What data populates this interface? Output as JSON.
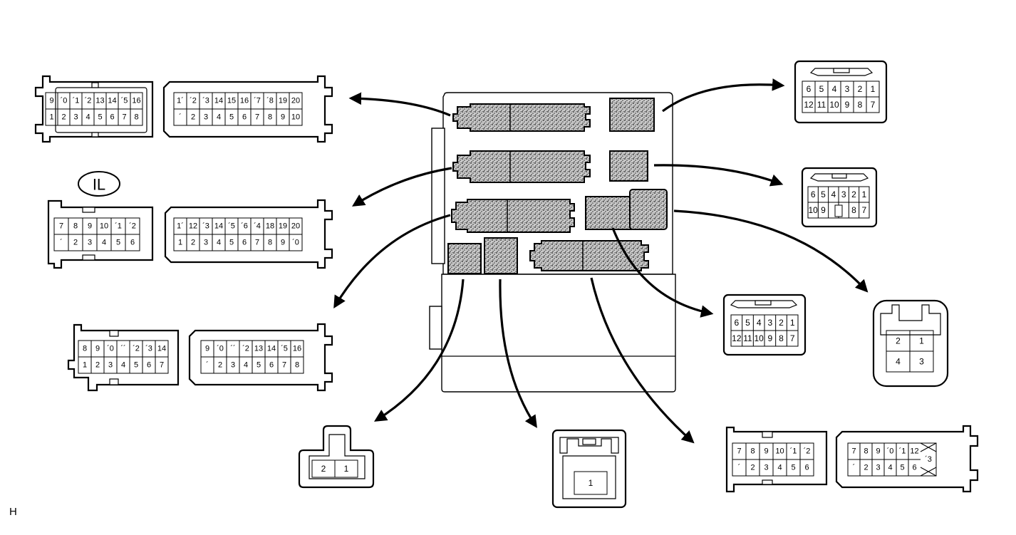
{
  "figure_label": "H",
  "callout_label": "IL",
  "connectors": {
    "top_left_a": {
      "row1": [
        "9",
        "´0",
        "´1",
        "´2",
        "13",
        "14",
        "´5",
        "16"
      ],
      "row2": [
        "1",
        "2",
        "3",
        "4",
        "5",
        "6",
        "7",
        "8"
      ]
    },
    "top_left_b": {
      "row1": [
        "1´",
        "´2",
        "´3",
        "14",
        "15",
        "16",
        "´7",
        "´8",
        "19",
        "20"
      ],
      "row2": [
        "´",
        "2",
        "3",
        "4",
        "5",
        "6",
        "7",
        "8",
        "9",
        "10"
      ]
    },
    "mid_left_a": {
      "row1": [
        "7",
        "8",
        "9",
        "10",
        "´1",
        "´2"
      ],
      "row2": [
        "´",
        "2",
        "3",
        "4",
        "5",
        "6"
      ]
    },
    "mid_left_b": {
      "row1": [
        "1´",
        "12",
        "´3",
        "14",
        "´5",
        "´6",
        "´4",
        "18",
        "19",
        "20"
      ],
      "row2": [
        "1",
        "2",
        "3",
        "4",
        "5",
        "6",
        "7",
        "8",
        "9",
        "´0"
      ]
    },
    "low_left_a": {
      "row1": [
        "8",
        "9",
        "´0",
        "´´",
        "´2",
        "´3",
        "14"
      ],
      "row2": [
        "1",
        "2",
        "3",
        "4",
        "5",
        "6",
        "7"
      ]
    },
    "low_left_b": {
      "row1": [
        "9",
        "´0",
        "´´",
        "´2",
        "13",
        "14",
        "´5",
        "16"
      ],
      "row2": [
        "´",
        "2",
        "3",
        "4",
        "5",
        "6",
        "7",
        "8"
      ]
    },
    "top_right": {
      "row1": [
        "6",
        "5",
        "4",
        "3",
        "2",
        "1"
      ],
      "row2": [
        "12",
        "11",
        "10",
        "9",
        "8",
        "7"
      ]
    },
    "mid_right": {
      "row1": [
        "6",
        "5",
        "4",
        "3",
        "2",
        "1"
      ],
      "row2": [
        "10",
        "9",
        "",
        "",
        "8",
        "7"
      ]
    },
    "center_right": {
      "row1": [
        "6",
        "5",
        "4",
        "3",
        "2",
        "1"
      ],
      "row2": [
        "12",
        "11",
        "10",
        "9",
        "8",
        "7"
      ]
    },
    "far_right": {
      "row1": [
        "2",
        "1"
      ],
      "row2": [
        "4",
        "3"
      ]
    },
    "bottom_two_pin": [
      "2",
      "1"
    ],
    "bottom_one_pin": [
      "1"
    ],
    "bottom_right_a": {
      "row1": [
        "7",
        "8",
        "9",
        "10",
        "´1",
        "´2"
      ],
      "row2": [
        "´",
        "2",
        "3",
        "4",
        "5",
        "6"
      ]
    },
    "bottom_right_b": {
      "row1": [
        "7",
        "8",
        "9",
        "´0",
        "´1",
        "12"
      ],
      "row2": [
        "´",
        "2",
        "3",
        "4",
        "5",
        "6"
      ],
      "side": "´3"
    }
  }
}
